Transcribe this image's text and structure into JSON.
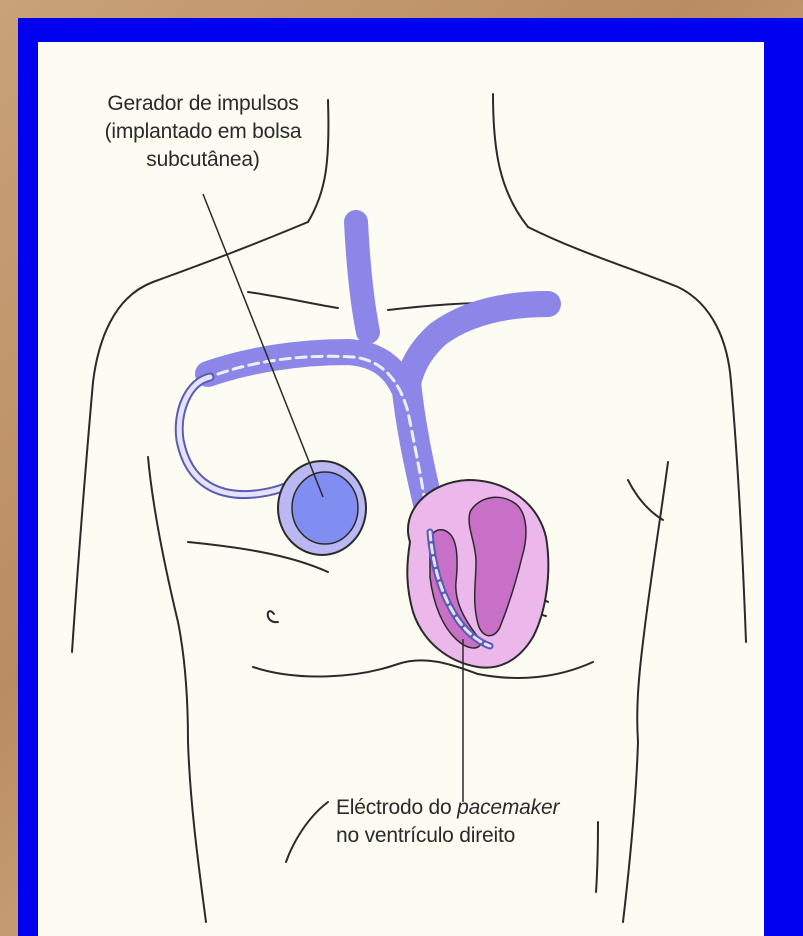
{
  "labels": {
    "generator": {
      "line1": "Gerador de impulsos",
      "line2": "(implantado em bolsa",
      "line3": "subcutânea)"
    },
    "electrode": {
      "line1_plain": "Eléctrodo do ",
      "line1_italic": "pacemaker",
      "line2": "no ventrículo direito"
    }
  },
  "colors": {
    "background_outer": "#c29a72",
    "frame_blue": "#0000f0",
    "panel": "#fcfcf2",
    "vein": "#8c86e8",
    "generator": "#7f8ef0",
    "heart_outer": "#ecb8ec",
    "heart_inner": "#c870c8",
    "outline": "#2a2a2a"
  }
}
